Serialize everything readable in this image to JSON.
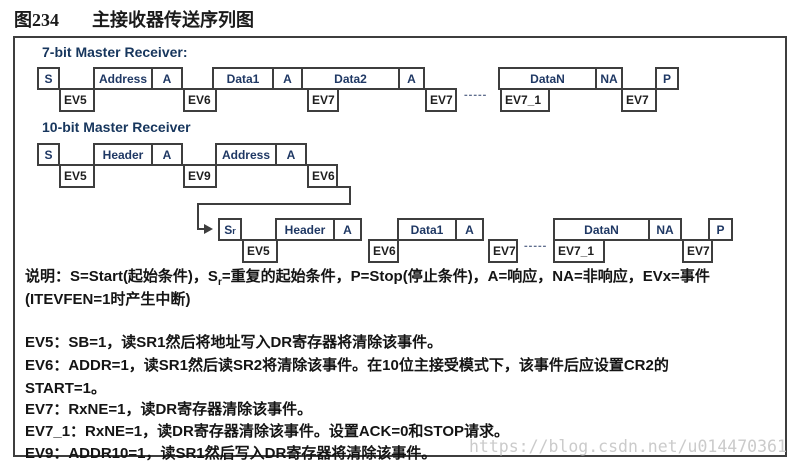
{
  "page": {
    "figure_label": "图234",
    "figure_title": "主接收器传送序列图"
  },
  "d7": {
    "heading": "7-bit Master Receiver:",
    "boxes": [
      "S",
      "Address",
      "A",
      "Data1",
      "A",
      "Data2",
      "A",
      "DataN",
      "NA",
      "P"
    ],
    "events": [
      "EV5",
      "EV6",
      "EV7",
      "EV7",
      "EV7_1",
      "EV7"
    ],
    "dots": "-----"
  },
  "d10": {
    "heading": "10-bit Master Receiver",
    "boxes": [
      "S",
      "Header",
      "A",
      "Address",
      "A"
    ],
    "events": [
      "EV5",
      "EV9",
      "EV6"
    ]
  },
  "d10c": {
    "sr_main": "S",
    "sr_sub": "r",
    "boxes": [
      "Header",
      "A",
      "Data1",
      "A",
      "DataN",
      "NA",
      "P"
    ],
    "events": [
      "EV5",
      "EV6",
      "EV7",
      "EV7_1",
      "EV7"
    ],
    "dots": "-----"
  },
  "legend": {
    "pre": "说明：S=Start(起始条件)，S",
    "sub": "r",
    "post": "=重复的起始条件，P=Stop(停止条件)，A=响应，NA=非响应，EVx=事件",
    "line2": "(ITEVFEN=1时产生中断)"
  },
  "notes": {
    "ev5": "EV5：SB=1，读SR1然后将地址写入DR寄存器将清除该事件。",
    "ev6": "EV6：ADDR=1，读SR1然后读SR2将清除该事件。在10位主接受模式下，该事件后应设置CR2的",
    "ev6_cont": "START=1。",
    "ev7": "EV7：RxNE=1，读DR寄存器清除该事件。",
    "ev7_1": "EV7_1：RxNE=1，读DR寄存器清除该事件。设置ACK=0和STOP请求。",
    "ev9": "EV9：ADDR10=1，读SR1然后写入DR寄存器将清除该事件。"
  },
  "watermark": "https://blog.csdn.net/u014470361",
  "colors": {
    "box_label": "#1f3864",
    "heading": "#17365d",
    "border": "#3e3e3e",
    "body_text": "#141414",
    "watermark": "#cbcbcb"
  }
}
